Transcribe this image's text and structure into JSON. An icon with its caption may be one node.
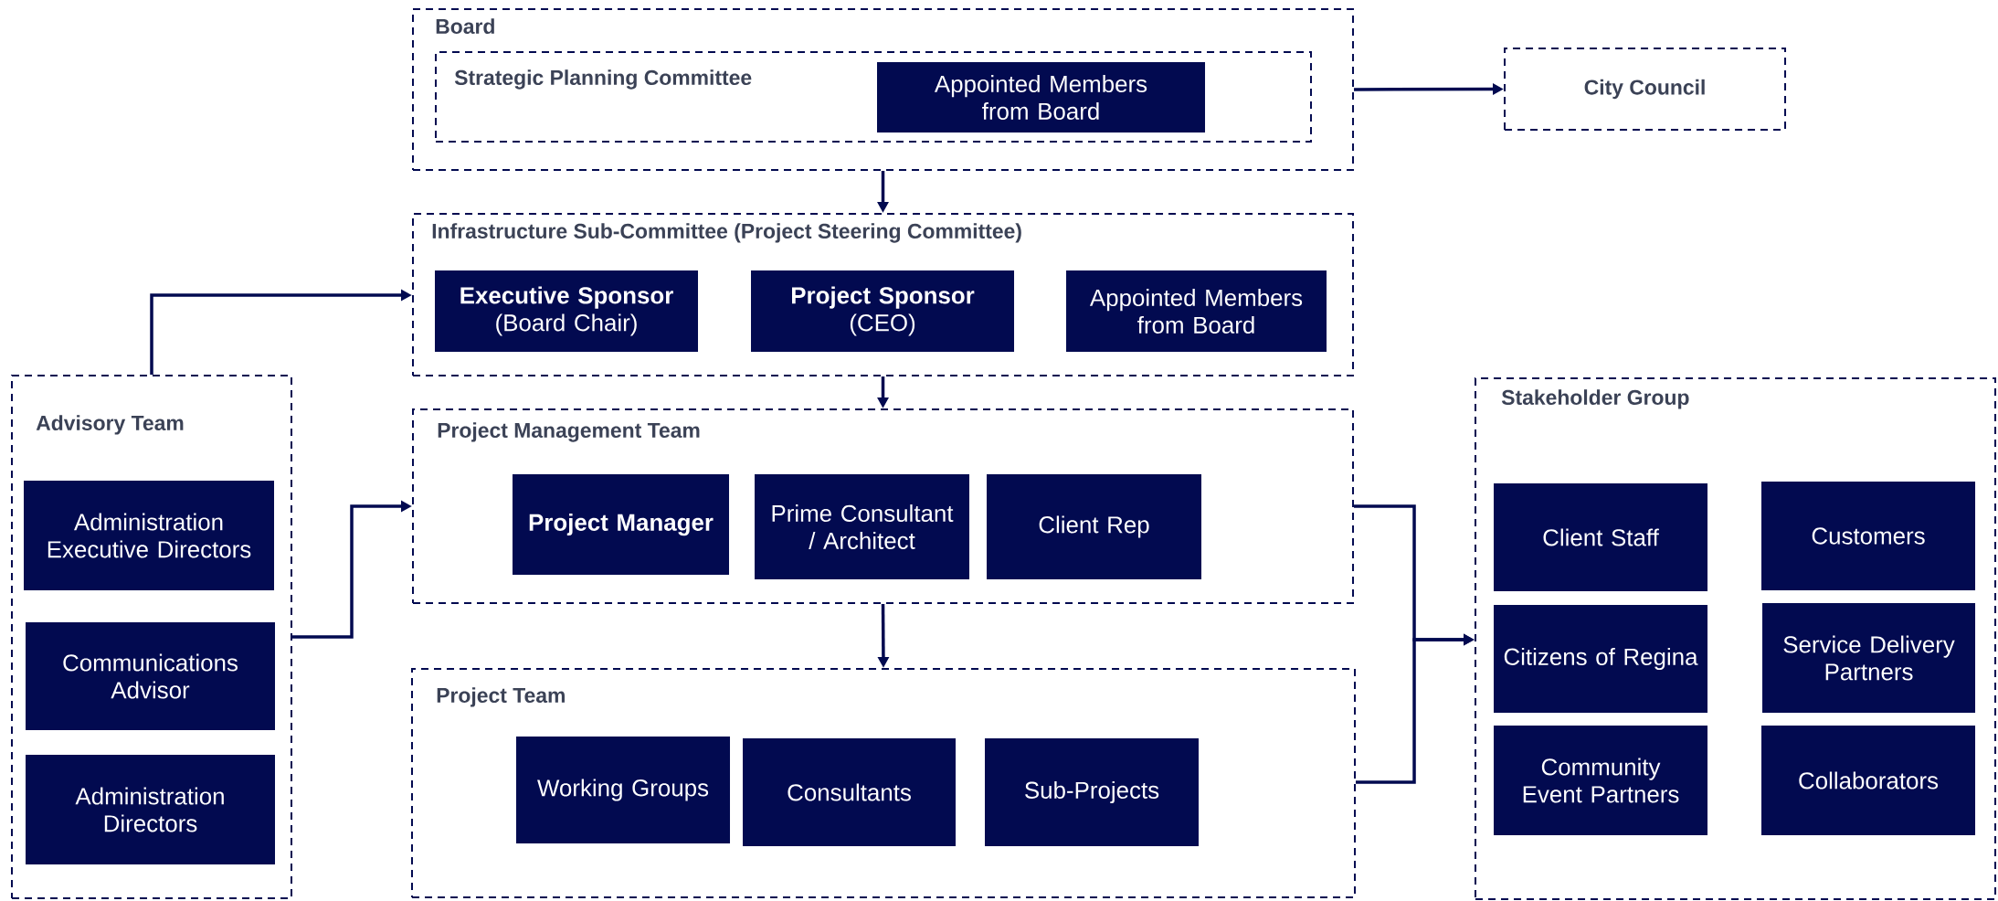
{
  "diagram": {
    "nodes": [
      {
        "text": [
          "Board"
        ]
      },
      {
        "text": [
          "Strategic Planning Committee"
        ],
        "in": 0
      },
      {
        "text": [
          "Appointed Members from Board"
        ],
        "in": 1
      },
      {
        "text": [
          "City Council"
        ]
      },
      {
        "text": [
          "Infrastructure Sub-Committee (Project Steering Committee)"
        ]
      },
      {
        "text": [
          "Executive Sponsor",
          "(Board Chair)"
        ],
        "in": 4
      },
      {
        "text": [
          "Project Sponsor",
          "(CEO)"
        ],
        "in": 4
      },
      {
        "text": [
          "Appointed Members from Board"
        ],
        "in": 4
      },
      {
        "text": [
          "Advisory Team"
        ]
      },
      {
        "text": [
          "Administration Executive Directors"
        ],
        "in": 8
      },
      {
        "text": [
          "Communications Advisor"
        ],
        "in": 8
      },
      {
        "text": [
          "Administration Directors"
        ],
        "in": 8
      },
      {
        "text": [
          "Project Management Team"
        ]
      },
      {
        "text": [
          "Project Manager"
        ],
        "in": 12
      },
      {
        "text": [
          "Prime Consultant / Architect"
        ],
        "in": 12
      },
      {
        "text": [
          "Client Rep"
        ],
        "in": 12
      },
      {
        "text": [
          "Project Team"
        ]
      },
      {
        "text": [
          "Working Groups"
        ],
        "in": 16
      },
      {
        "text": [
          "Consultants"
        ],
        "in": 16
      },
      {
        "text": [
          "Sub-Projects"
        ],
        "in": 16
      },
      {
        "text": [
          "Stakeholder Group"
        ]
      },
      {
        "text": [
          "Client Staff"
        ],
        "in": 20
      },
      {
        "text": [
          "Customers"
        ],
        "in": 20
      },
      {
        "text": [
          "Citizens of Regina"
        ],
        "in": 20
      },
      {
        "text": [
          "Service Delivery Partners"
        ],
        "in": 20
      },
      {
        "text": [
          "Community Event Partners"
        ],
        "in": 20
      },
      {
        "text": [
          "Collaborators"
        ],
        "in": 20
      }
    ],
    "edges": [
      {
        "from": 0,
        "to": 3,
        "arrow": "to"
      },
      {
        "from": 0,
        "to": 4,
        "arrow": "to"
      },
      {
        "from": 8,
        "to": 4,
        "arrow": "to"
      },
      {
        "from": 8,
        "to": 12,
        "arrow": "to"
      },
      {
        "from": 4,
        "to": 12,
        "arrow": "to"
      },
      {
        "from": 12,
        "to": 16,
        "arrow": "to"
      },
      {
        "from": 12,
        "to": 20,
        "arrow": "to"
      },
      {
        "from": 16,
        "to": 20,
        "arrow": "to"
      }
    ]
  }
}
